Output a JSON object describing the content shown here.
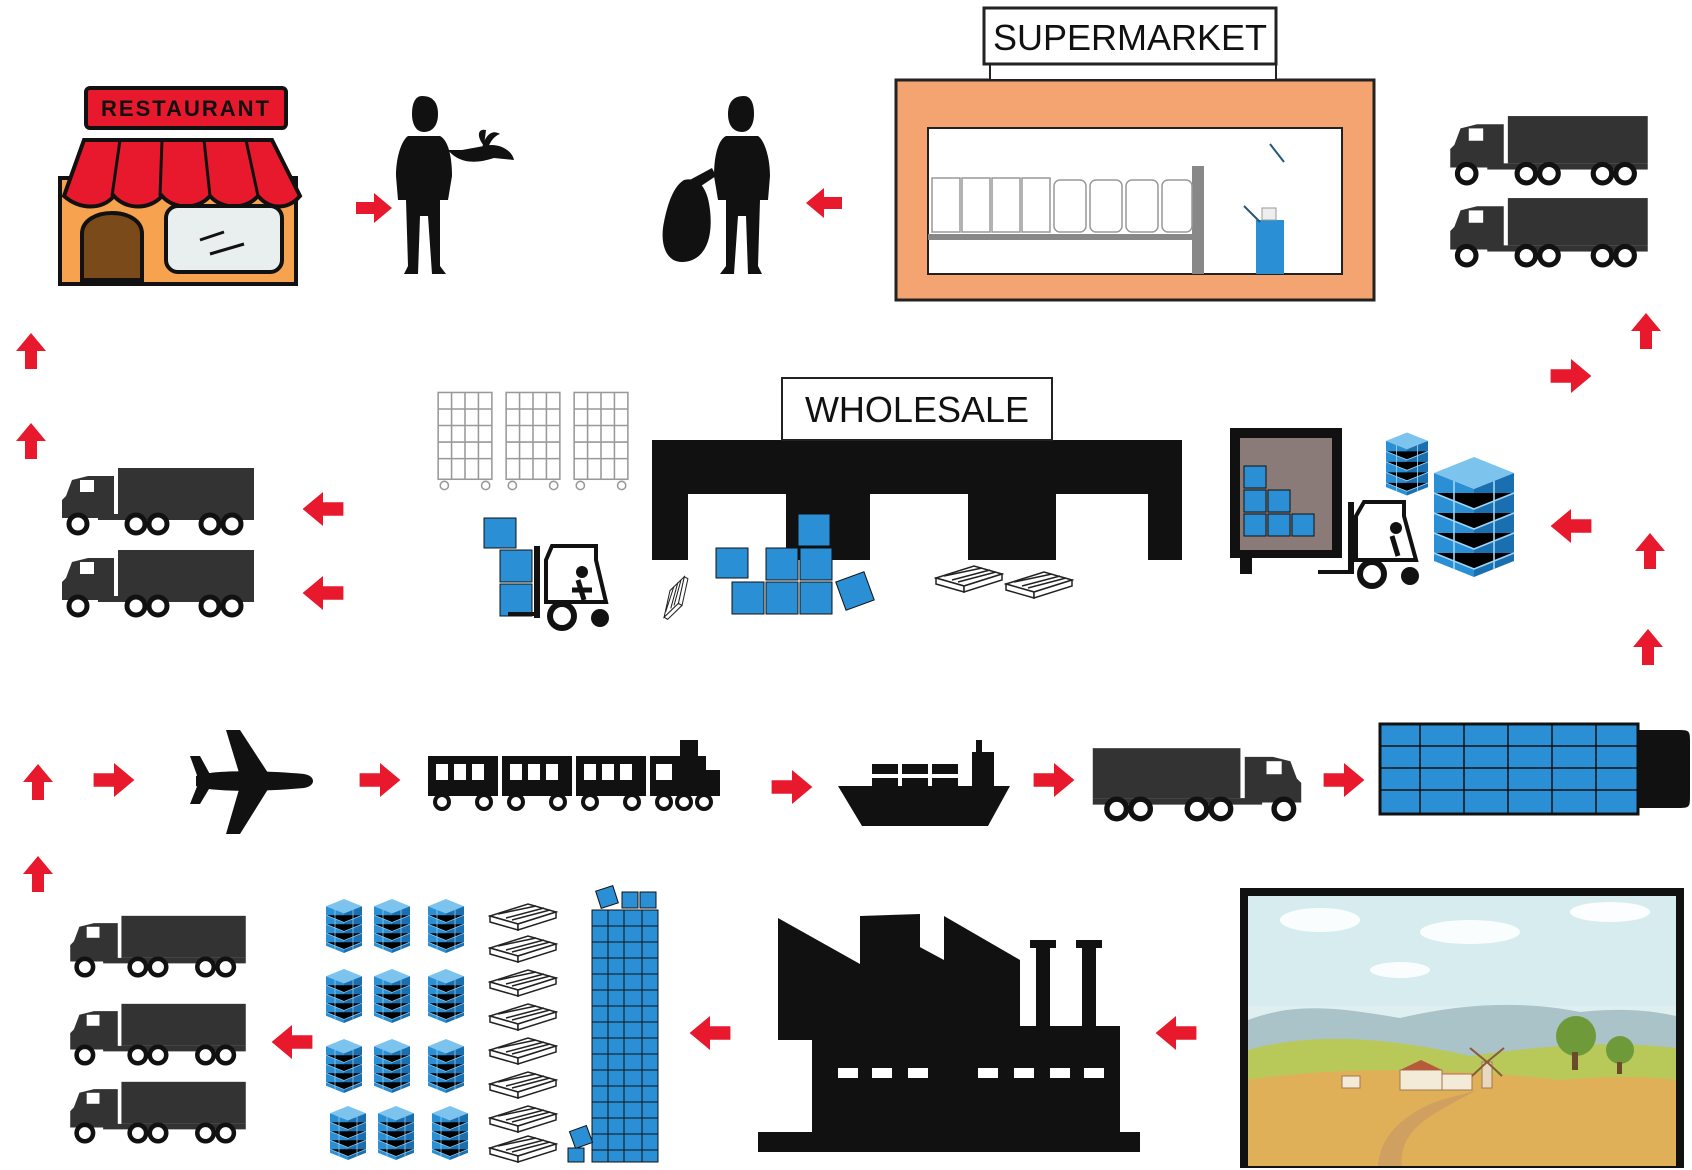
{
  "signs": {
    "supermarket": "SUPERMARKET",
    "restaurant": "RESTAURANT",
    "wholesale": "WHOLESALE"
  },
  "colors": {
    "arrow": "#e8192c",
    "box_blue": "#2a8fd4",
    "awning_red": "#e8192c",
    "building_orange": "#f4a470",
    "restaurant_wall": "#f7a24f",
    "silhouette": "#111111",
    "truck": "#333333"
  },
  "icons": [
    "restaurant-icon",
    "waiter-icon",
    "shopper-icon",
    "supermarket-icon",
    "truck-icon",
    "roll-cage-icon",
    "forklift-icon",
    "warehouse-icon",
    "pallet-icon",
    "box-stack-icon",
    "airplane-icon",
    "train-icon",
    "cargo-ship-icon",
    "container-truck-icon",
    "factory-icon",
    "farm-landscape-icon",
    "arrow-icon"
  ]
}
